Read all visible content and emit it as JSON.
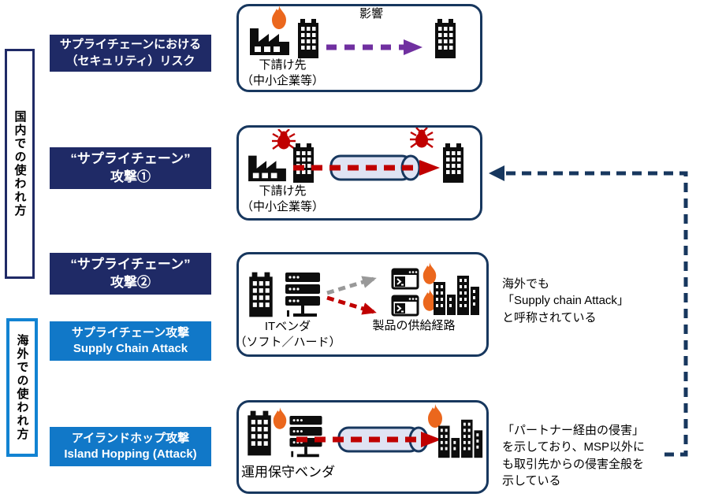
{
  "colors": {
    "navy_label_bg": "#1f2a66",
    "blue_label_bg": "#1178c8",
    "diagram_border": "#17375e",
    "connector_navy": "#17375e",
    "purple_arrow": "#7030a0",
    "red_arrow": "#c00000",
    "gray_arrow": "#999999",
    "flame_orange": "#eb671d",
    "bug_red": "#c00000",
    "pipe_fill": "#dfe3f3"
  },
  "side_groups": [
    {
      "label": "国内での使われ方"
    },
    {
      "label": "海外での使われ方"
    }
  ],
  "term_boxes": [
    {
      "lines": [
        "サプライチェーンにおける",
        "（セキュリティ）リスク"
      ]
    },
    {
      "lines": [
        "“サプライチェーン”",
        "攻撃①"
      ]
    },
    {
      "lines": [
        "“サプライチェーン”",
        "攻撃②"
      ]
    },
    {
      "lines": [
        "サプライチェーン攻撃",
        "Supply Chain Attack"
      ]
    },
    {
      "lines": [
        "アイランドホップ攻撃",
        "Island Hopping (Attack)"
      ]
    }
  ],
  "diagram_risk": {
    "arrow_label": "影響",
    "caption_lines": [
      "下請け先",
      "（中小企業等）"
    ]
  },
  "diagram_attack1": {
    "caption_lines": [
      "下請け先",
      "（中小企業等）"
    ]
  },
  "diagram_attack2": {
    "vendor_lines": [
      "ITベンダ",
      "（ソフト／ハード）"
    ],
    "route_label": "製品の供給経路"
  },
  "diagram_island": {
    "caption": "運用保守ベンダ"
  },
  "notes": {
    "overseas": "海外でも\n「Supply chain Attack」\nと呼称されている",
    "partner": "「パートナー経由の侵害」\nを示しており、MSP以外に\nも取引先からの侵害全般を\n示している"
  },
  "icons": {
    "factory": "factory-icon",
    "building": "office-building-icon",
    "flame": "flame-icon",
    "bug": "malware-bug-icon",
    "server": "server-rack-icon",
    "terminal": "terminal-window-icon",
    "skyline": "city-skyline-icon",
    "pipe": "supply-pipe-icon"
  }
}
